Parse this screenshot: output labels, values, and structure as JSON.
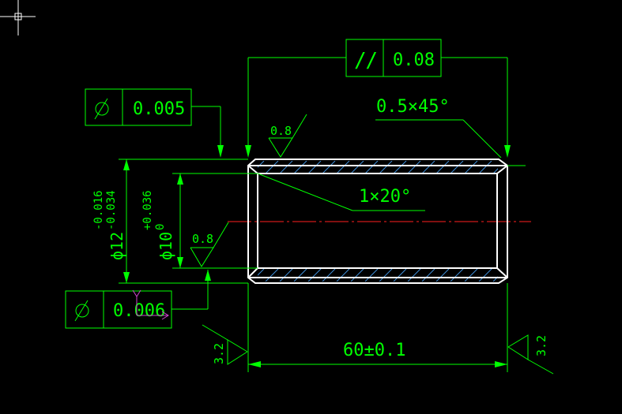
{
  "drawing": {
    "parallelism_symbol": "//",
    "parallelism_value": "0.08",
    "runout_top_value": "0.005",
    "runout_bottom_value": "0.006",
    "chamfer_outer": "0.5×45°",
    "chamfer_inner": "1×20°",
    "roughness_top": "0.8",
    "roughness_inner": "0.8",
    "roughness_left": "3.2",
    "roughness_right": "3.2",
    "outer_diameter": "ϕ12",
    "outer_tol_upper": "-0.016",
    "outer_tol_lower": "-0.034",
    "inner_diameter": "ϕ10",
    "inner_tol_upper": "+0.036",
    "inner_tol_lower": "0",
    "length_dim": "60±0.1"
  },
  "colors": {
    "background": "#000000",
    "dimension": "#00ff00",
    "outline": "#ffffff",
    "hatch": "#3f8fd8",
    "centerline": "#ff2020",
    "ucs": "#cc44cc"
  },
  "icons": {
    "crosshair": "crosshair-cursor-icon",
    "runout": "circular-runout-icon"
  }
}
